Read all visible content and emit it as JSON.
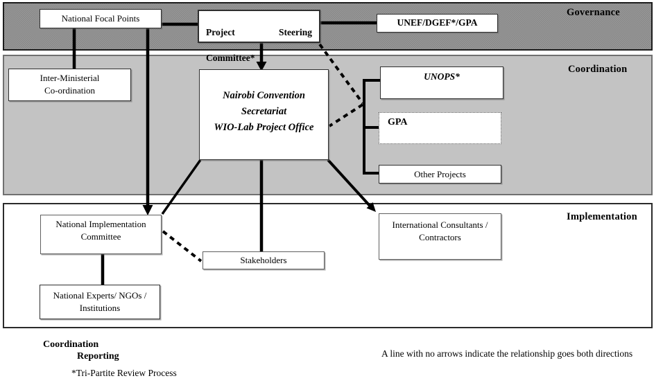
{
  "bands": {
    "governance": {
      "label": "Governance"
    },
    "coordination": {
      "label": "Coordination"
    },
    "implementation": {
      "label": "Implementation"
    }
  },
  "boxes": {
    "national_focal_points": {
      "label": "National Focal Points"
    },
    "project_steering_committee": {
      "line1_left": "Project",
      "line1_right": "Steering",
      "line2": "Committee*"
    },
    "unef_dgef_gpa": {
      "label": "UNEF/DGEF*/GPA"
    },
    "inter_ministerial": {
      "label": "Inter-Ministerial\nCo-ordination"
    },
    "nairobi_secretariat": {
      "label": "Nairobi Convention\nSecretariat\nWIO-Lab Project Office"
    },
    "unops": {
      "label": "UNOPS*"
    },
    "gpa": {
      "label": "GPA"
    },
    "other_projects": {
      "label": "Other Projects"
    },
    "national_implementation_committee": {
      "label": "National Implementation\nCommittee"
    },
    "international_consultants": {
      "label": "International Consultants /\nContractors"
    },
    "stakeholders": {
      "label": "Stakeholders"
    },
    "national_experts": {
      "label": "National Experts/ NGOs /\nInstitutions"
    }
  },
  "legend": {
    "coordination_label": "Coordination",
    "reporting_label": "Reporting",
    "tripartite_note": "*Tri-Partite Review Process",
    "both_directions_note": "A line with no arrows indicate the relationship goes both directions"
  },
  "colors": {
    "governance-band": "#8d8d8d",
    "coordination-band": "#c3c3c3",
    "line-color": "#000000"
  }
}
